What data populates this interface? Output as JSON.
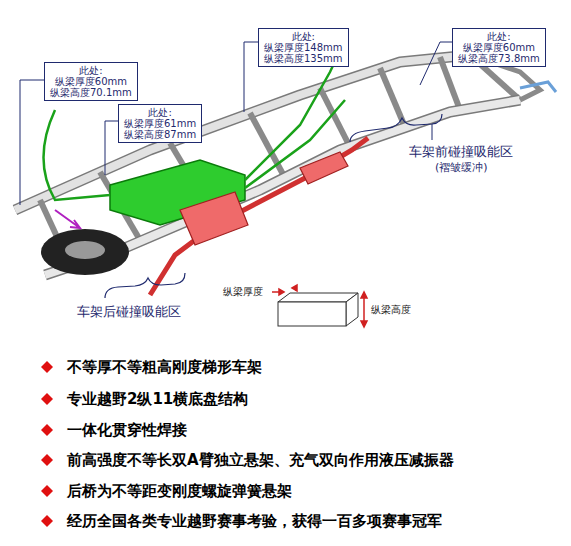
{
  "diagram": {
    "nodes": [
      {
        "text": [
          "此处:",
          "纵梁厚度60mm",
          "纵梁高度70.1mm"
        ]
      },
      {
        "text": [
          "此处:",
          "纵梁厚度61mm",
          "纵梁高度87mm"
        ]
      },
      {
        "text": [
          "此处:",
          "纵梁厚度148mm",
          "纵梁高度135mm"
        ]
      },
      {
        "text": [
          "此处:",
          "纵梁厚度60mm",
          "纵梁高度73.8mm"
        ]
      }
    ],
    "edges": [],
    "labels": [
      "车架前碰撞吸能区",
      "(褶皱缓冲)",
      "车架后碰撞吸能区",
      "纵梁厚度",
      "纵梁高度",
      "不等厚不等粗高刚度梯形车架",
      "专业越野2纵11横底盘结构",
      "一体化贯穿性焊接",
      "前高强度不等长双A臂独立悬架、充气双向作用液压减振器",
      "后桥为不等距变刚度螺旋弹簧悬架",
      "经历全国各类专业越野赛事考验，获得一百多项赛事冠军"
    ]
  }
}
